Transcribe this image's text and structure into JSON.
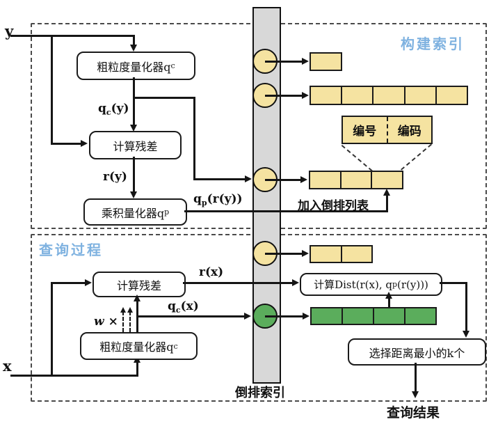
{
  "diagram": {
    "index_bar_label": "倒排索引",
    "build": {
      "title": "构建索引",
      "input": "y",
      "coarse_quantizer": {
        "label": "粗粒度量化器q",
        "sub": "c"
      },
      "qc_y": {
        "base": "q",
        "sub": "c",
        "rest": "(y)"
      },
      "compute_residual": "计算残差",
      "r_y": "r(y)",
      "product_quantizer": {
        "label": "乘积量化器q",
        "sub": "p"
      },
      "qp_ry": {
        "base": "q",
        "sub": "p",
        "rest": "(r(y))"
      },
      "add_to_inverted_list": "加入倒排列表",
      "entry": {
        "id": "编号",
        "code": "编码"
      }
    },
    "query": {
      "title": "查询过程",
      "input": "x",
      "compute_residual": "计算残差",
      "r_x": "r(x)",
      "qc_x": {
        "base": "q",
        "sub": "c",
        "rest": "(x)"
      },
      "weight": {
        "w": "w",
        "times": "×"
      },
      "coarse_quantizer": {
        "label": "粗粒度量化器q",
        "sub": "c"
      },
      "dist": {
        "pre": "计算Dist(r(x), q",
        "sub": "p",
        "post": "(r(y)))"
      },
      "select_k": "选择距离最小的k个",
      "result": "查询结果"
    },
    "inverted_lists": {
      "list1_cells": 1,
      "list2_cells": 5,
      "list3_cells": 3,
      "list4_cells": 2,
      "list5_cells": 4
    },
    "colors": {
      "list_yellow": "#f5e3a1",
      "list_green": "#5bad5c",
      "index_bar_gray": "#d8d8d8",
      "section_title_blue": "#7fb2e0"
    }
  }
}
